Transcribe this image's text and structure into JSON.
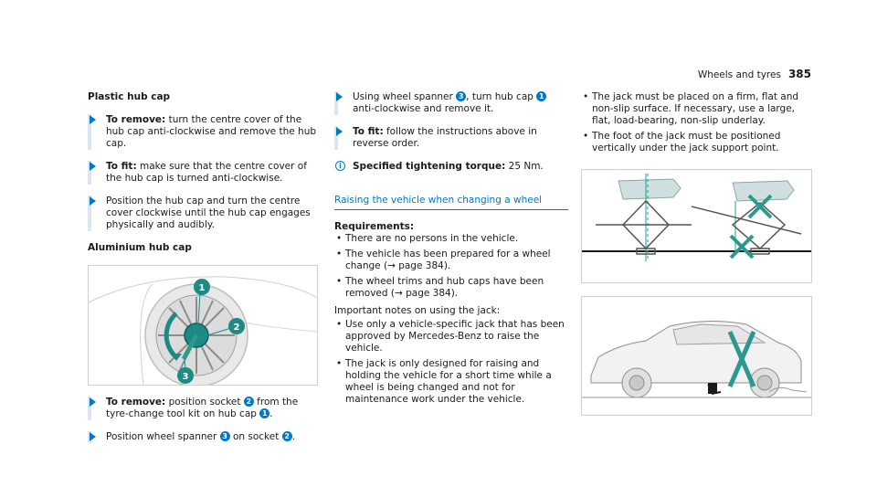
{
  "header": {
    "section": "Wheels and tyres",
    "page_number": "385"
  },
  "col1": {
    "title_plastic": "Plastic hub cap",
    "steps_plastic": [
      {
        "bold": "To remove:",
        "text": " turn the centre cover of the hub cap anti-clockwise and remove the hub cap."
      },
      {
        "bold": "To fit:",
        "text": " make sure that the centre cover of the hub cap is turned anti-clockwise."
      },
      {
        "bold": "",
        "text": "Position the hub cap and turn the centre cover clockwise until the hub cap engages physically and audibly."
      }
    ],
    "title_aluminium": "Aluminium hub cap",
    "wheel_callouts": [
      "1",
      "2",
      "3"
    ],
    "remove_bold": "To remove:",
    "remove_text_a": " position socket ",
    "remove_badge_a": "2",
    "remove_text_b": " from the tyre-change tool kit on hub cap ",
    "remove_badge_b": "1",
    "remove_text_c": ".",
    "pos_text_a": "Position wheel spanner ",
    "pos_badge_a": "3",
    "pos_text_b": " on socket ",
    "pos_badge_b": "2",
    "pos_text_c": "."
  },
  "col2": {
    "using_text_a": "Using wheel spanner ",
    "using_badge_a": "3",
    "using_text_b": ", turn hub cap ",
    "using_badge_b": "1",
    "using_text_c": " anti-clockwise and remove it.",
    "fit_bold": "To fit:",
    "fit_text": " follow the instructions above in reverse order.",
    "info_icon": "i",
    "torque_bold": "Specified tightening torque:",
    "torque_text": " 25 Nm.",
    "subhead": "Raising the vehicle when changing a wheel",
    "requirements_title": "Requirements:",
    "requirements": [
      "There are no persons in the vehicle.",
      "The vehicle has been prepared for a wheel change (→ page 384).",
      "The wheel trims and hub caps have been removed (→ page 384)."
    ],
    "notes_intro": "Important notes on using the jack:",
    "notes": [
      "Use only a vehicle-specific jack that has been approved by Mercedes-Benz to raise the vehicle.",
      "The jack is only designed for raising and holding the vehicle for a short time while a wheel is being changed and not for maintenance work under the vehicle."
    ]
  },
  "col3": {
    "bullets": [
      "The jack must be placed on a firm, flat and non-slip surface. If necessary, use a large, flat, load-bearing, non-slip underlay.",
      "The foot of the jack must be positioned vertically under the jack support point."
    ]
  },
  "colors": {
    "accent": "#0078c2",
    "wheel_teal": "#1e8a84",
    "cross_teal": "#2a9a8f",
    "step_bar": "#dbe6f2"
  }
}
